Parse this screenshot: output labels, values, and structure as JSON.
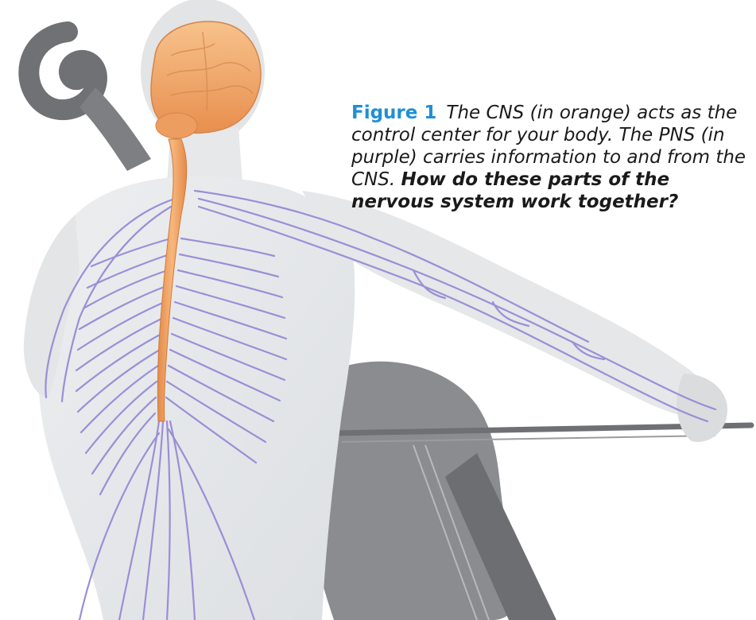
{
  "figure": {
    "label": "Figure 1",
    "caption_text": "The CNS (in orange) acts as the control center for your body. The PNS (in purple) carries information to and from the CNS.",
    "question": "How do these parts of the nervous system work together?"
  },
  "colors": {
    "label_blue": "#1f8fd6",
    "cns_orange": "#f2a86a",
    "pns_purple": "#9b8ed6",
    "body_gray": "#e4e6e8",
    "cello_gray": "#7a7c80"
  },
  "illustration": {
    "subject": "cellist-nervous-system"
  }
}
